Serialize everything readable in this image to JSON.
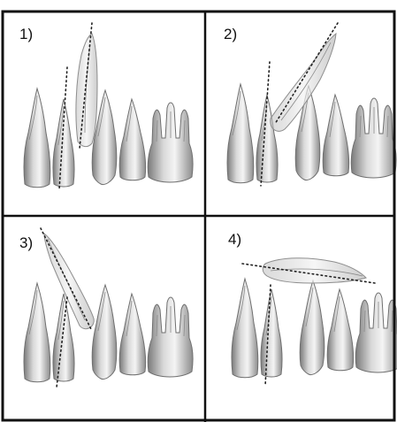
{
  "panels": [
    {
      "label": "1)"
    },
    {
      "label": "2)"
    },
    {
      "label": "3)"
    },
    {
      "label": "4)"
    }
  ]
}
